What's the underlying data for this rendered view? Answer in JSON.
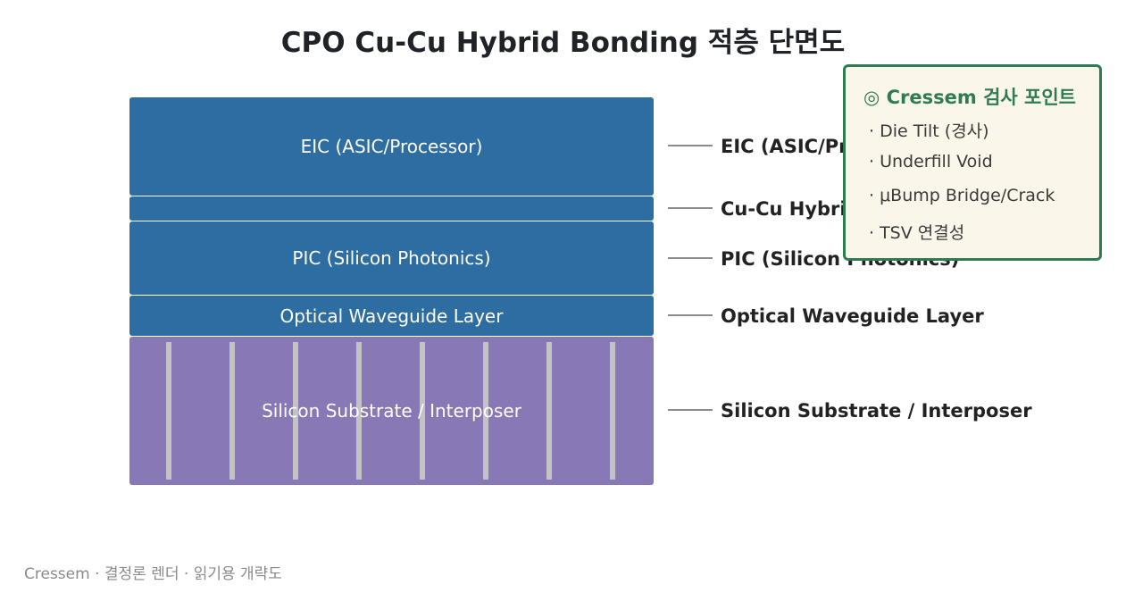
{
  "title": "CPO Cu-Cu Hybrid Bonding 적층 단면도",
  "layers": [
    {
      "label": "EIC (ASIC/Processor)",
      "side_label": "EIC (ASIC/Processor)"
    },
    {
      "label": "",
      "side_label": "Cu-Cu Hybrid Bonding"
    },
    {
      "label": "PIC (Silicon Photonics)",
      "side_label": "PIC (Silicon Photonics)"
    },
    {
      "label": "Optical Waveguide Layer",
      "side_label": "Optical Waveguide Layer"
    },
    {
      "label": "Silicon Substrate / Interposer",
      "side_label": "Silicon Substrate / Interposer"
    }
  ],
  "colors": {
    "layer_blue": "#2e6da2",
    "substrate_purple": "#8878b6",
    "tsv_gray": "#c3c3c6",
    "inspect_border": "#2f7b56",
    "inspect_bg": "#fbf6ea"
  },
  "inspection": {
    "title": "◎ Cressem 검사 포인트",
    "items": [
      "· Die Tilt (경사)",
      "· Underfill Void",
      "· μBump Bridge/Crack",
      "· TSV 연결성"
    ]
  },
  "footer": "Cressem · 결정론 렌더 · 읽기용 개략도"
}
